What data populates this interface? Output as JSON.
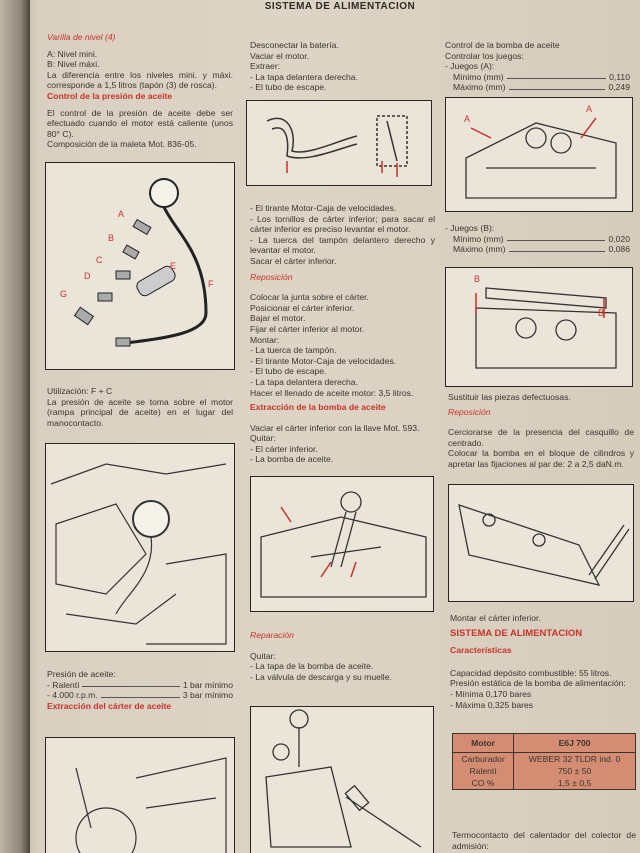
{
  "header": "SISTEMA DE ALIMENTACION",
  "col1": {
    "dipstick_title": "Varilla de nivel (4)",
    "dipstick_lines": [
      "A: Nivel mini.",
      "B: Nivel máxi.",
      "La diferencia entre los niveles mini. y máxi. corresponde a 1,5 litros (tapón (3) de rosca)."
    ],
    "oil_pressure_title": "Control de la presión de aceite",
    "oil_pressure_text": "El control de la presión de aceite debe ser efectuado cuando el motor está caliente (unos 80° C).",
    "kit": "Composición de la maleta Mot. 836-05.",
    "fig1_labels": [
      "A",
      "B",
      "C",
      "D",
      "E",
      "F",
      "G"
    ],
    "usage": "Utilización: F + C",
    "usage_text": "La presión de aceite se toma sobre el motor (rampa principal de aceite) en el lugar del manocontacto.",
    "pressure_title": "Presión de aceite:",
    "pressure_rows": [
      {
        "label": "- Ralentí",
        "value": "1 bar mínimo"
      },
      {
        "label": "- 4.000 r.p.m.",
        "value": "3 bar mínimo"
      }
    ],
    "sump_title": "Extracción del cárter de aceite"
  },
  "col2": {
    "intro": [
      "Desconectar la batería.",
      "Vaciar el motor.",
      "Extraer:",
      "- La tapa delantera derecha.",
      "- El tubo de escape."
    ],
    "remove": [
      "- El tirante Motor-Caja de velocidades.",
      "- Los tornillos de cárter inferior; para sacar el cárter inferior es preciso levantar el motor.",
      "- La tuerca del tampón delantero derecho y levantar el motor.",
      "Sacar el cárter inferior."
    ],
    "refit_title": "Reposición",
    "refit": [
      "Colocar la junta sobre el cárter.",
      "Posicionar el cárter inferior.",
      "Bajar el motor.",
      "Fijar el cárter inferior al motor.",
      "Montar:",
      "- La tuerca de tampón.",
      "- El tirante Motor-Caja de velocidades.",
      "- El tubo de escape.",
      "- La tapa delantera derecha.",
      "Hacer el llenado de aceite motor: 3,5 litros."
    ],
    "pump_title": "Extracción de la bomba de aceite",
    "pump": [
      "Vaciar el cárter inferior con la llave Mot. 593.",
      "Quitar:",
      "- El cárter inferior.",
      "- La bomba de aceite."
    ],
    "repair_title": "Reparación",
    "repair": [
      "Quitar:",
      "- La tapa de la bomba de aceite.",
      "- La válvula de descarga y su muelle."
    ]
  },
  "col3": {
    "intro": [
      "Control de la bomba de aceite",
      "Controlar los juegos:",
      "- Juegos (A):"
    ],
    "a_rows": [
      {
        "label": "Mínimo (mm)",
        "value": "0,110"
      },
      {
        "label": "Máximo (mm)",
        "value": "0,249"
      }
    ],
    "fig7_labels": [
      "A",
      "A"
    ],
    "b_title": "- Juegos (B):",
    "b_rows": [
      {
        "label": "Mínimo (mm)",
        "value": "0,020"
      },
      {
        "label": "Máximo (mm)",
        "value": "0,086"
      }
    ],
    "fig8_labels": [
      "B",
      "B"
    ],
    "replace": "Sustituir las piezas defectuosas.",
    "refit_title": "Reposición",
    "refit": "Cerciorarse de la presencia del casquillo de centrado.",
    "refit2": "Colocar la bomba en el bloque de cilindros y apretar las fijaciones al par de: 2 a 2,5 daN.m.",
    "mount": "Montar el cárter inferior.",
    "fuel_title": "SISTEMA DE ALIMENTACION",
    "char_title": "Características",
    "fuel": [
      "Capacidad depósito combustible: 55 litros.",
      "Presión estática de la bomba de alimentación:",
      "- Mínima 0,170 bares",
      "- Máxima 0,325 bares"
    ],
    "table": {
      "headers": [
        "Motor",
        "E6J 700"
      ],
      "rows": [
        [
          "Carburador",
          "WEBER 32 TLDR ind. 0"
        ],
        [
          "Ralentí",
          "750 ± 50"
        ],
        [
          "CO %",
          "1,5 ± 0,5"
        ]
      ]
    },
    "thermo": "Termocontacto del calentador del colector de admisión:"
  },
  "colors": {
    "accent": "#c8322a",
    "paper": "#ddd4c5",
    "table": "#d48c72"
  }
}
